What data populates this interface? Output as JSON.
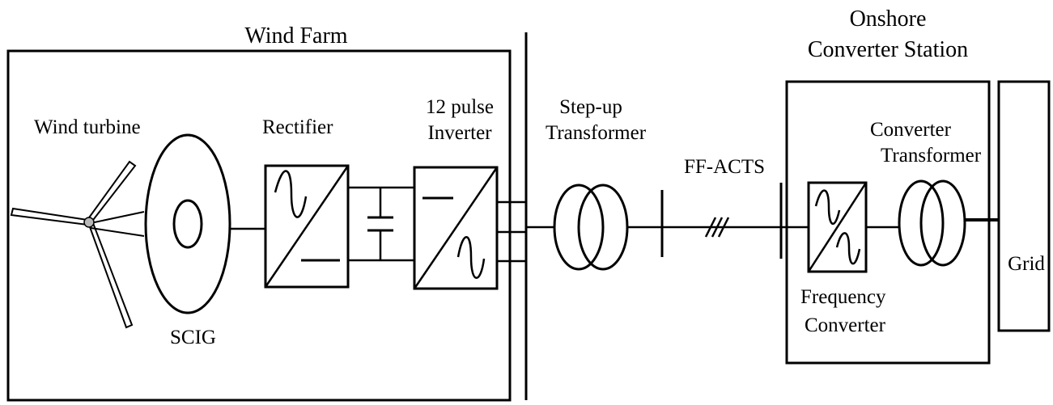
{
  "labels": {
    "wind_farm": "Wind Farm",
    "onshore_1": "Onshore",
    "onshore_2": "Converter Station",
    "wind_turbine": "Wind turbine",
    "scig": "SCIG",
    "rectifier": "Rectifier",
    "inverter_1": "12 pulse",
    "inverter_2": "Inverter",
    "step_up_1": "Step-up",
    "step_up_2": "Transformer",
    "ff_acts": "FF-ACTS",
    "conv_tr_1": "Converter",
    "conv_tr_2": "Transformer",
    "grid": "Grid",
    "freq_conv_1": "Frequency",
    "freq_conv_2": "Converter"
  }
}
